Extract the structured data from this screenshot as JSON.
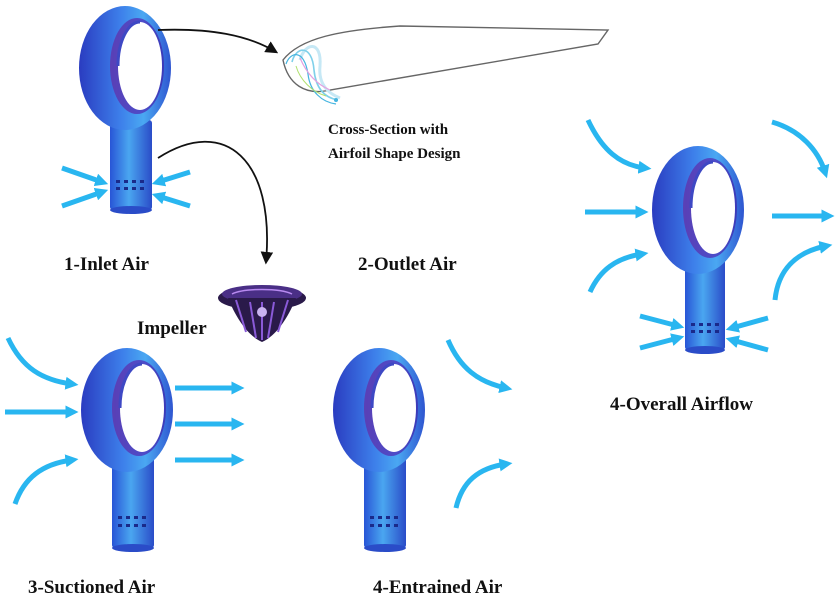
{
  "labels": {
    "cross_section_line1": "Cross-Section with",
    "cross_section_line2": "Airfoil Shape Design",
    "inlet": "1-Inlet Air",
    "outlet": "2-Outlet Air",
    "impeller": "Impeller",
    "suctioned": "3-Suctioned Air",
    "entrained": "4-Entrained Air",
    "overall": "4-Overall Airflow"
  },
  "colors": {
    "fan_light": "#4aa3f0",
    "fan_mid": "#2f6fe0",
    "fan_dark": "#3a3fc8",
    "fan_inner": "#5b3fb0",
    "airflow_arrow": "#29b6f0",
    "connector_arrow": "#111111",
    "impeller_dark": "#2a1a4a",
    "impeller_accent": "#8a5ad8"
  },
  "icons": {
    "fan": "bladeless-fan-icon",
    "impeller": "impeller-icon",
    "airfoil": "airfoil-cross-section-icon"
  }
}
